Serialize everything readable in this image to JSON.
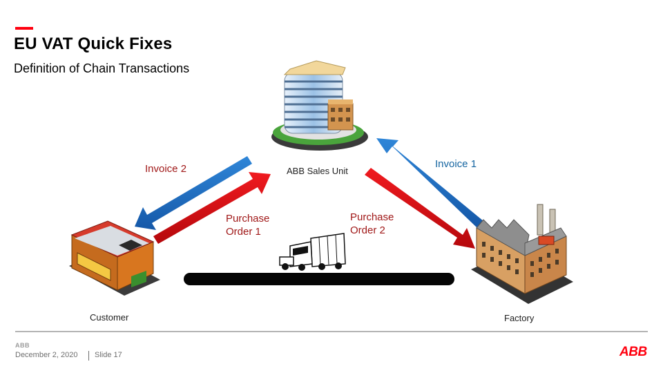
{
  "slide": {
    "title": "EU VAT Quick Fixes",
    "subtitle": "Definition of Chain Transactions"
  },
  "diagram": {
    "nodes": {
      "sales_unit": "ABB Sales Unit",
      "customer": "Customer",
      "factory": "Factory"
    },
    "flows": {
      "invoice_1": "Invoice 1",
      "invoice_2": "Invoice 2",
      "purchase_order_1": [
        "Purchase",
        "Order 1"
      ],
      "purchase_order_2": [
        "Purchase",
        "Order 2"
      ]
    }
  },
  "footer": {
    "logo_small": "ABB",
    "date": "December 2, 2020",
    "slide_number": "Slide 17",
    "logo": "ABB"
  },
  "colors": {
    "accent": "#ff000f",
    "invoice_arrow": "#1e6fc0",
    "purchase_order_arrow": "#dd0d12",
    "invoice_text": "#1464a0",
    "purchase_order_text": "#a01818"
  },
  "icons": [
    "office-building-icon",
    "shop-building-icon",
    "factory-icon",
    "truck-icon"
  ]
}
